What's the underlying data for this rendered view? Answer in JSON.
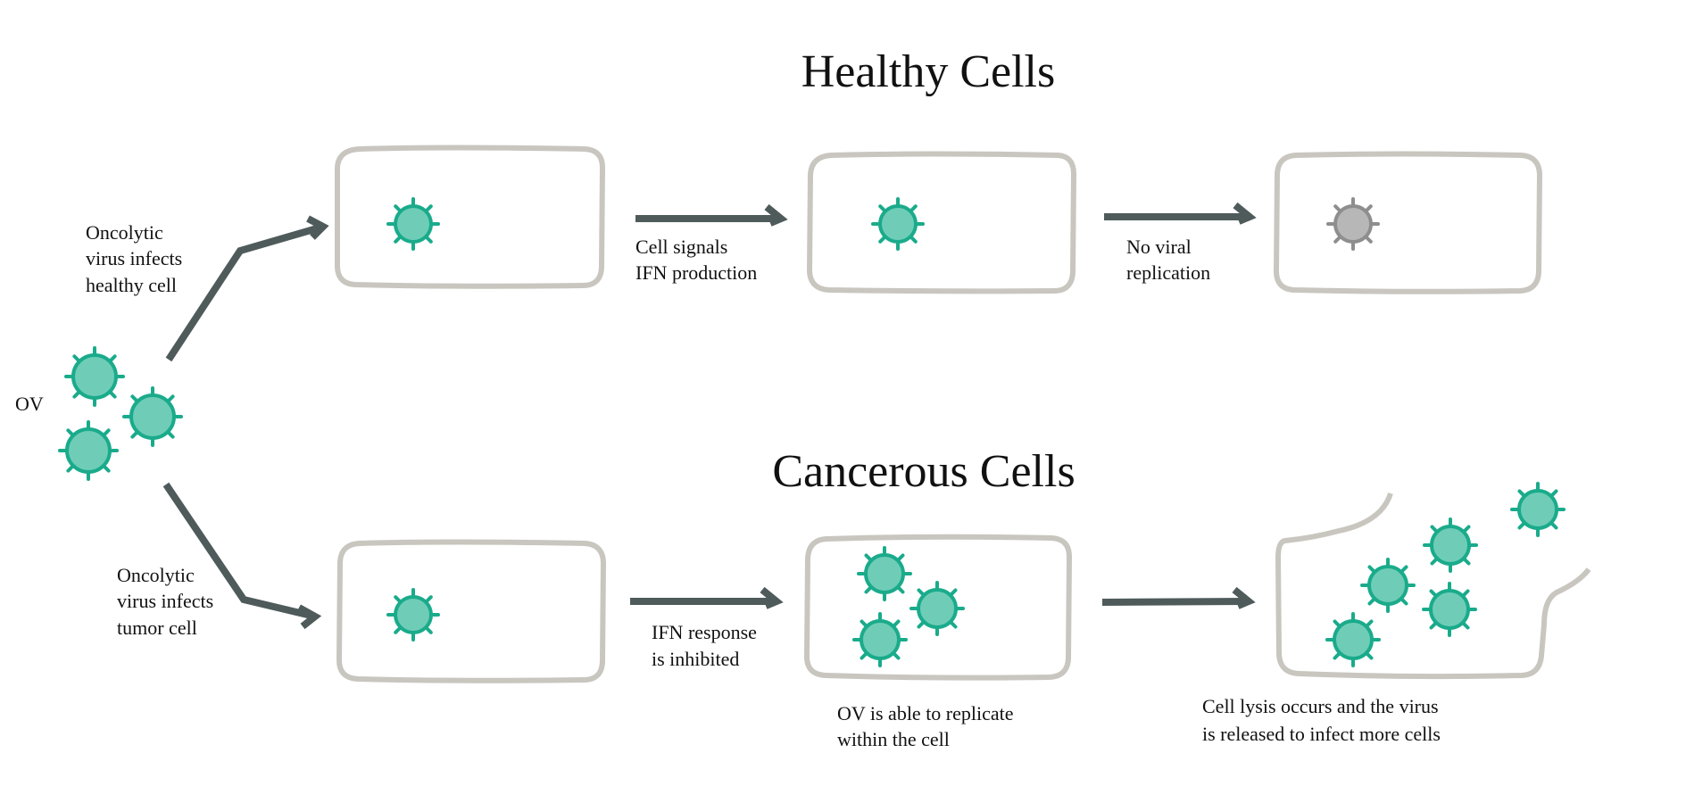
{
  "titles": {
    "healthy": "Healthy Cells",
    "cancerous": "Cancerous Cells"
  },
  "labels": {
    "ov": "OV",
    "healthy_infect": [
      "Oncolytic",
      "virus infects",
      "healthy cell"
    ],
    "tumor_infect": [
      "Oncolytic",
      "virus infects",
      "tumor cell"
    ],
    "ifn_production": [
      "Cell signals",
      "IFN production"
    ],
    "no_replication": [
      "No viral",
      "replication"
    ],
    "ifn_inhibited": [
      "IFN response",
      "is inhibited"
    ],
    "ov_replicates": [
      "OV is able to replicate",
      "within the cell"
    ],
    "lysis": [
      "Cell lysis occurs and the virus",
      "is released to infect more cells"
    ]
  },
  "colors": {
    "virus_fill": "#6fcdb7",
    "virus_stroke": "#1aab8b",
    "inactive_fill": "#b7b7b7",
    "inactive_stroke": "#8e8e8e",
    "cell_stroke": "#c8c6bf",
    "arrow": "#4f5b5b"
  },
  "icons": {
    "virus": "virus-icon",
    "inactive_virus": "inactive-virus-icon"
  }
}
